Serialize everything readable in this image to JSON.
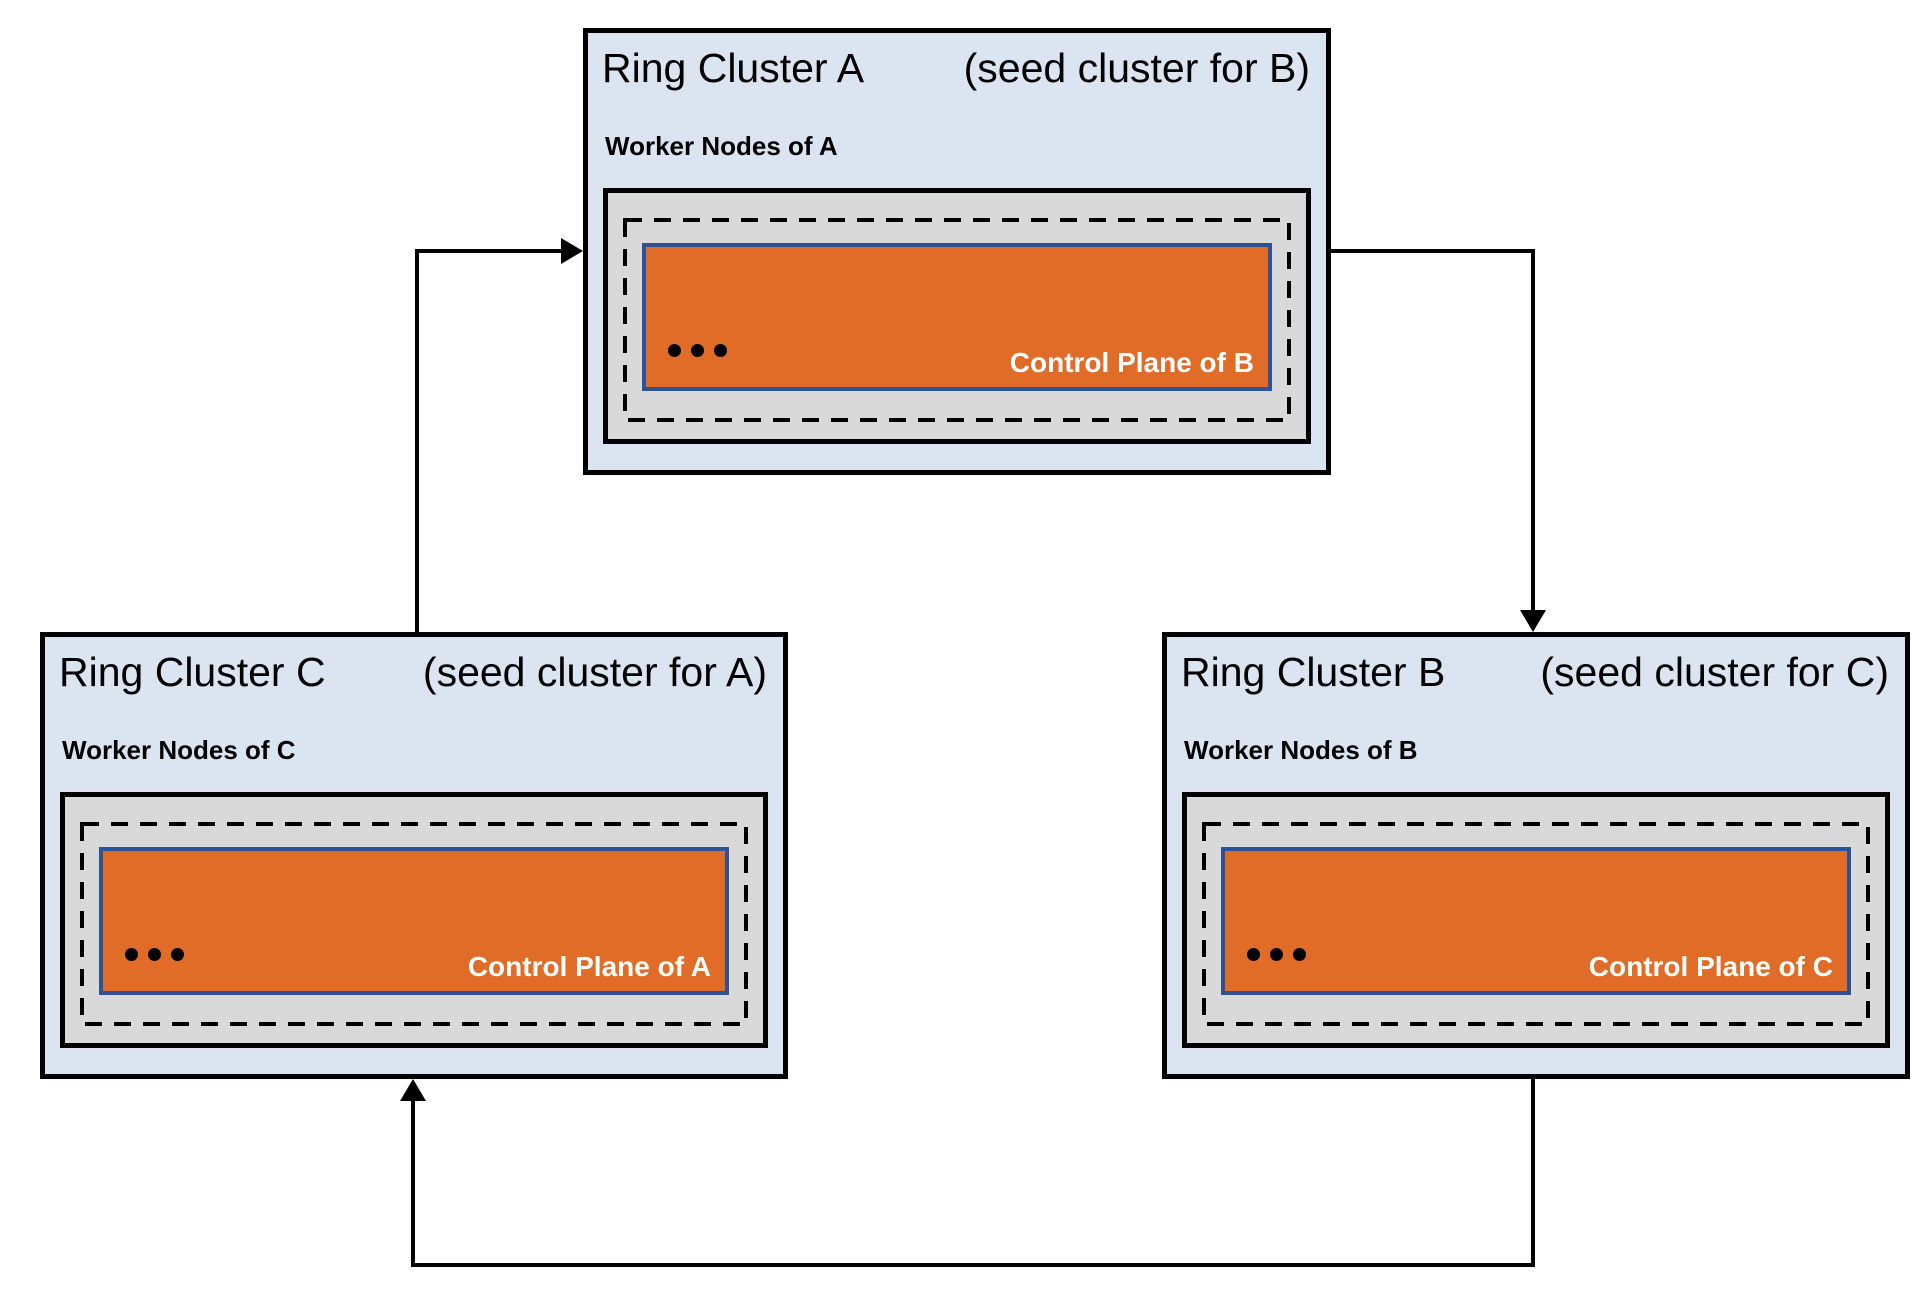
{
  "clusters": [
    {
      "id": "A",
      "title": "Ring Cluster A",
      "seed_note": "(seed cluster for B)",
      "worker_label": "Worker Nodes of A",
      "control_plane_label": "Control Plane of B"
    },
    {
      "id": "C",
      "title": "Ring Cluster C",
      "seed_note": "(seed cluster for A)",
      "worker_label": "Worker Nodes of C",
      "control_plane_label": "Control Plane of A"
    },
    {
      "id": "B",
      "title": "Ring Cluster B",
      "seed_note": "(seed cluster for C)",
      "worker_label": "Worker Nodes of B",
      "control_plane_label": "Control Plane of C"
    }
  ],
  "arrows": [
    {
      "from": "C",
      "to": "A"
    },
    {
      "from": "A",
      "to": "B"
    },
    {
      "from": "B",
      "to": "C"
    }
  ],
  "icons": {
    "ellipsis": "•••"
  },
  "colors": {
    "cluster_fill": "#dbe5f1",
    "cluster_border": "#000000",
    "worker_area_fill": "#d9d9d9",
    "control_plane_fill": "#e06c28",
    "control_plane_border": "#2e5395",
    "control_plane_text": "#ffffff",
    "line": "#000000",
    "text": "#000000"
  }
}
